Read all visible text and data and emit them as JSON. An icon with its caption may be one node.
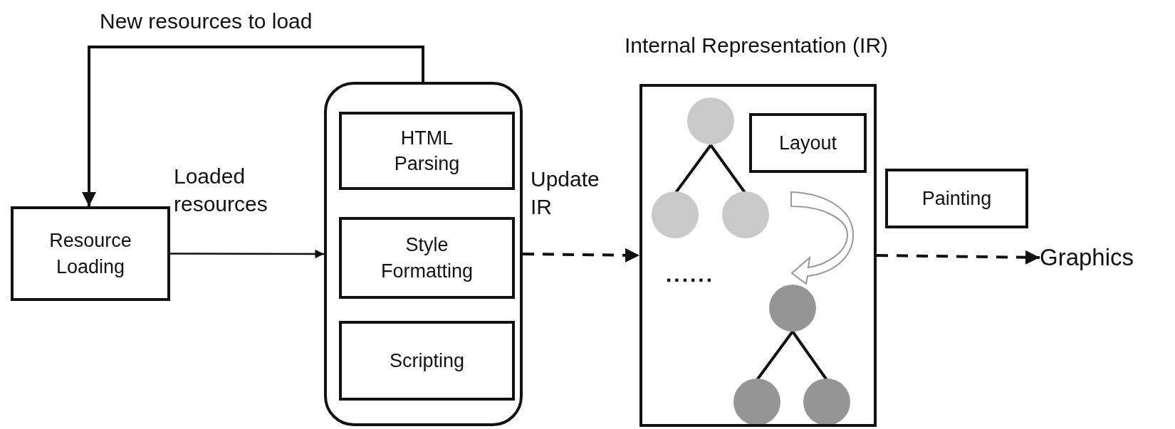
{
  "diagram": {
    "nodes": [
      {
        "text": [
          "Resource Loading"
        ]
      },
      {
        "text": [],
        "shape": "box"
      },
      {
        "text": [
          "HTML Parsing"
        ],
        "in": 1
      },
      {
        "text": [
          "Style Formatting"
        ],
        "in": 1
      },
      {
        "text": [
          "Scripting"
        ],
        "in": 1
      },
      {
        "text": [
          "Internal Representation (IR)"
        ]
      },
      {
        "text": [
          "Layout"
        ],
        "in": 5
      },
      {
        "text": [
          "Painting"
        ]
      },
      {
        "text": [
          "Graphics"
        ]
      }
    ],
    "edges": [
      {
        "from": 1,
        "to": 0,
        "arrow": "to",
        "label": "New resources to load"
      },
      {
        "from": 0,
        "to": 1,
        "arrow": "to",
        "label": "Loaded resources"
      },
      {
        "from": 1,
        "to": 5,
        "arrow": "to",
        "label": "Update IR",
        "style": "dashed"
      },
      {
        "from": 5,
        "to": 8,
        "arrow": "to",
        "style": "dashed"
      }
    ],
    "labels": [
      "......"
    ]
  }
}
